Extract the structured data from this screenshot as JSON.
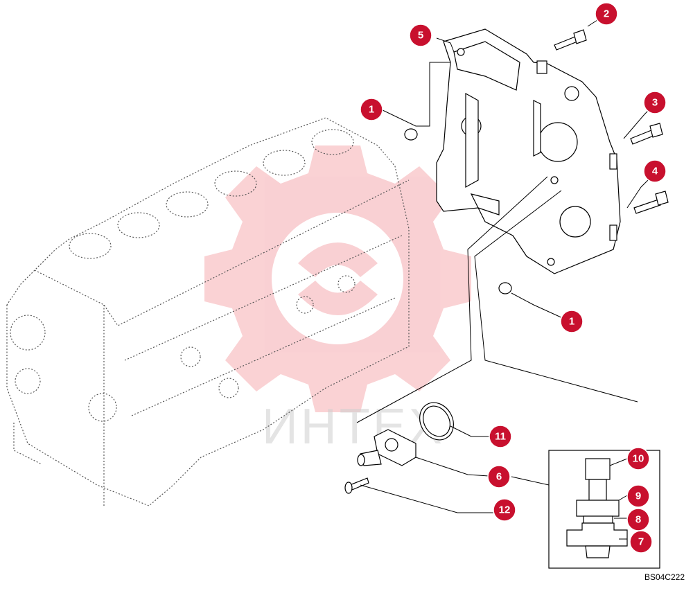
{
  "diagram": {
    "drawing_code": "BS04C222",
    "watermark_text": "ИНТЕХ",
    "accent_color": "#c8102e",
    "callouts": [
      {
        "id": "c1a",
        "label": "1"
      },
      {
        "id": "c1b",
        "label": "1"
      },
      {
        "id": "c2",
        "label": "2"
      },
      {
        "id": "c3",
        "label": "3"
      },
      {
        "id": "c4",
        "label": "4"
      },
      {
        "id": "c5",
        "label": "5"
      },
      {
        "id": "c6",
        "label": "6"
      },
      {
        "id": "c7",
        "label": "7"
      },
      {
        "id": "c8",
        "label": "8"
      },
      {
        "id": "c9",
        "label": "9"
      },
      {
        "id": "c10",
        "label": "10"
      },
      {
        "id": "c11",
        "label": "11"
      },
      {
        "id": "c12",
        "label": "12"
      }
    ]
  }
}
